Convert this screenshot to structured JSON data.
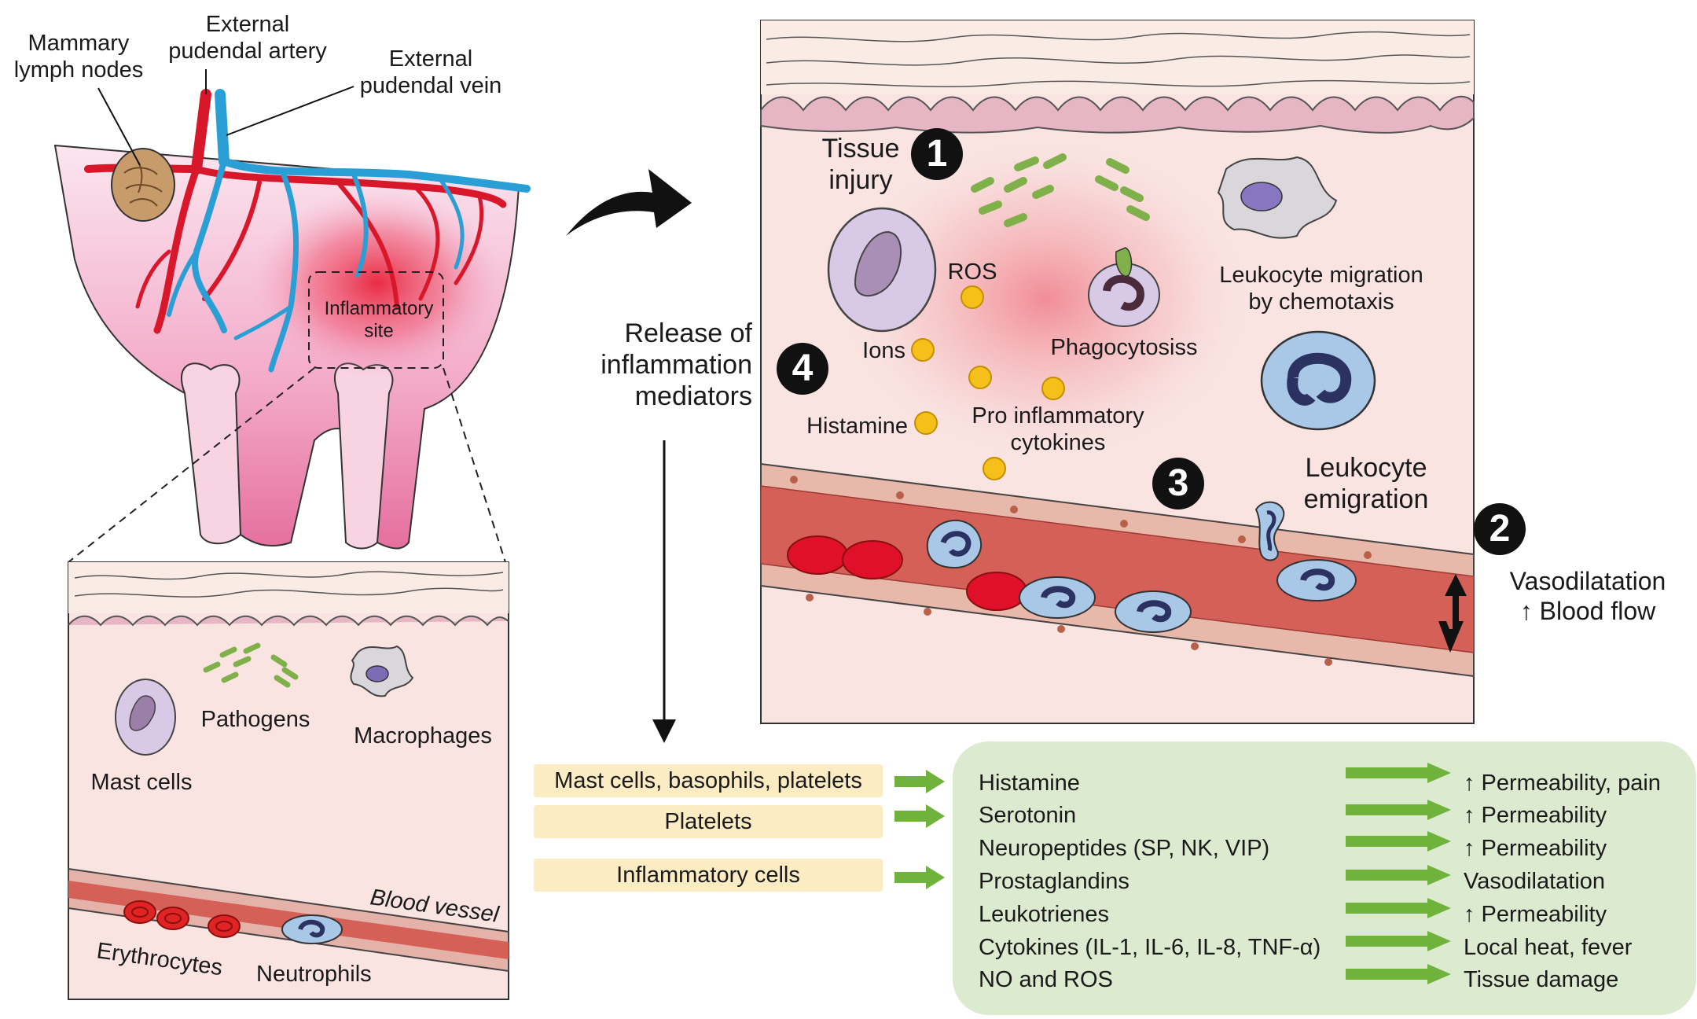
{
  "labels": {
    "mammary_lymph_nodes": "Mammary\nlymph nodes",
    "ext_pudendal_artery": "External\npudendal artery",
    "ext_pudendal_vein": "External\npudendal vein",
    "inflammatory_site": "Inflammatory\nsite",
    "pathogens": "Pathogens",
    "macrophages": "Macrophages",
    "mast_cells": "Mast cells",
    "blood_vessel": "Blood vessel",
    "erythrocytes": "Erythrocytes",
    "neutrophils": "Neutrophils",
    "release_mediators": "Release of\ninflammation\nmediators",
    "tissue_injury": "Tissue\ninjury",
    "ros": "ROS",
    "ions": "Ions",
    "histamine": "Histamine",
    "phagocytosis": "Phagocytosiss",
    "pro_inflammatory": "Pro inflammatory\ncytokines",
    "leukocyte_migration": "Leukocyte migration\nby chemotaxis",
    "leukocyte_emigration": "Leukocyte\nemigration",
    "vasodilatation": "Vasodilatation\n↑ Blood flow"
  },
  "steps": [
    "1",
    "2",
    "3",
    "4"
  ],
  "sources": [
    "Mast cells, basophils, platelets",
    "Platelets",
    "Inflammatory cells"
  ],
  "mediators": [
    {
      "name": "Histamine",
      "effect": "↑ Permeability, pain"
    },
    {
      "name": "Serotonin",
      "effect": "↑ Permeability"
    },
    {
      "name": "Neuropeptides (SP, NK, VIP)",
      "effect": "↑ Permeability"
    },
    {
      "name": "Prostaglandins",
      "effect": "Vasodilatation"
    },
    {
      "name": "Leukotrienes",
      "effect": "↑ Permeability"
    },
    {
      "name": "Cytokines (IL-1, IL-6, IL-8, TNF-α)",
      "effect": "Local heat, fever"
    },
    {
      "name": "NO and ROS",
      "effect": "Tissue damage"
    }
  ],
  "colors": {
    "artery": "#d9172a",
    "vein": "#2a9fd6",
    "udder_pink": "#f2a6c5",
    "tissue_bg": "#f9e4e2",
    "vessel": "#d46058",
    "inflammation": "#e8324a",
    "mediator_dot": "#f5c01a",
    "pathogen": "#7fb04a",
    "green_arrow": "#6fb33c",
    "source_box": "#fcecc4",
    "result_panel": "#dcead0"
  }
}
